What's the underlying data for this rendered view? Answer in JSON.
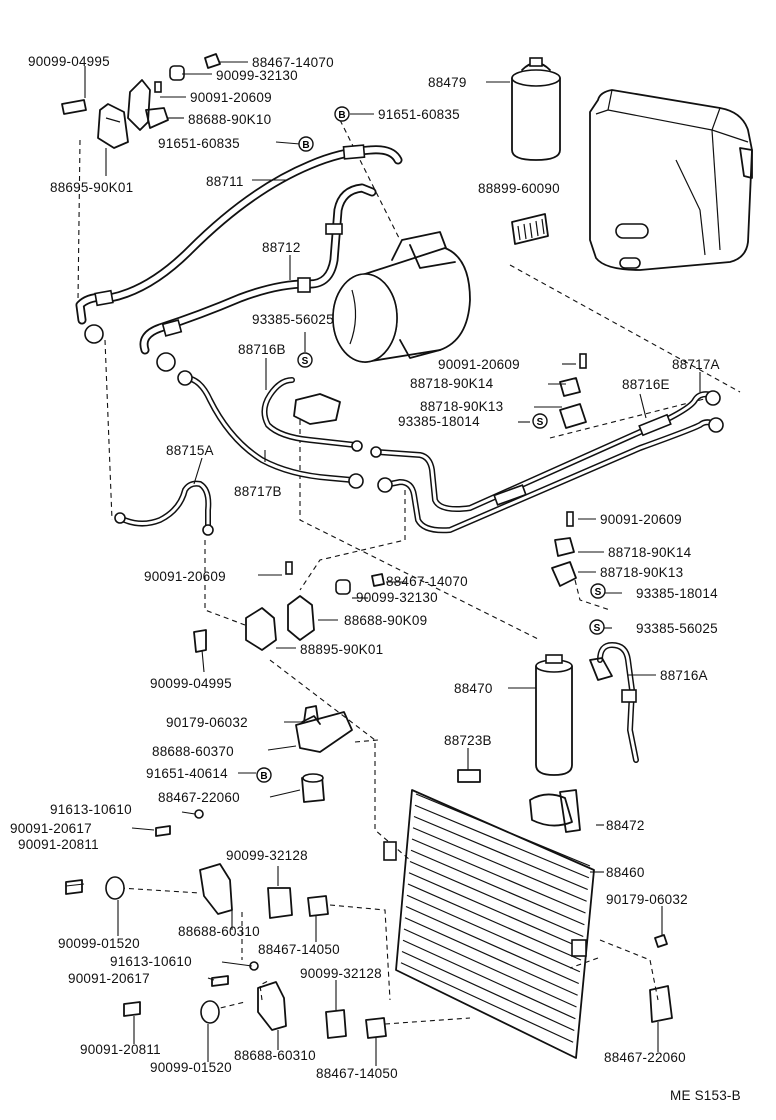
{
  "footer_code": "ME S153-B",
  "callouts": [
    {
      "id": "c1",
      "text": "90099-04995"
    },
    {
      "id": "c2",
      "text": "88467-14070"
    },
    {
      "id": "c3",
      "text": "90099-32130"
    },
    {
      "id": "c4",
      "text": "90091-20609"
    },
    {
      "id": "c5",
      "text": "88688-90K10"
    },
    {
      "id": "c6",
      "text": "91651-60835"
    },
    {
      "id": "c7",
      "text": "88695-90K01"
    },
    {
      "id": "c8",
      "text": "88711"
    },
    {
      "id": "c9",
      "text": "88479"
    },
    {
      "id": "c10",
      "text": "91651-60835"
    },
    {
      "id": "c11",
      "text": "88899-60090"
    },
    {
      "id": "c12",
      "text": "88712"
    },
    {
      "id": "c13",
      "text": "93385-56025"
    },
    {
      "id": "c14",
      "text": "88716B"
    },
    {
      "id": "c15",
      "text": "90091-20609"
    },
    {
      "id": "c16",
      "text": "88717A"
    },
    {
      "id": "c17",
      "text": "88718-90K14"
    },
    {
      "id": "c18",
      "text": "88716E"
    },
    {
      "id": "c19",
      "text": "88718-90K13"
    },
    {
      "id": "c20",
      "text": "93385-18014"
    },
    {
      "id": "c21",
      "text": "88715A"
    },
    {
      "id": "c22",
      "text": "88717B"
    },
    {
      "id": "c23",
      "text": "90091-20609"
    },
    {
      "id": "c24",
      "text": "90091-20609"
    },
    {
      "id": "c25",
      "text": "88718-90K14"
    },
    {
      "id": "c26",
      "text": "88467-14070"
    },
    {
      "id": "c27",
      "text": "88718-90K13"
    },
    {
      "id": "c28",
      "text": "90099-32130"
    },
    {
      "id": "c29",
      "text": "93385-18014"
    },
    {
      "id": "c30",
      "text": "88688-90K09"
    },
    {
      "id": "c31",
      "text": "93385-56025"
    },
    {
      "id": "c32",
      "text": "88895-90K01"
    },
    {
      "id": "c33",
      "text": "90099-04995"
    },
    {
      "id": "c34",
      "text": "88716A"
    },
    {
      "id": "c35",
      "text": "88470"
    },
    {
      "id": "c36",
      "text": "90179-06032"
    },
    {
      "id": "c37",
      "text": "88688-60370"
    },
    {
      "id": "c38",
      "text": "88723B"
    },
    {
      "id": "c39",
      "text": "91651-40614"
    },
    {
      "id": "c40",
      "text": "88467-22060"
    },
    {
      "id": "c41",
      "text": "91613-10610"
    },
    {
      "id": "c42",
      "text": "88472"
    },
    {
      "id": "c43",
      "text": "90091-20617"
    },
    {
      "id": "c44",
      "text": "90091-20811"
    },
    {
      "id": "c45",
      "text": "90099-32128"
    },
    {
      "id": "c46",
      "text": "88460"
    },
    {
      "id": "c47",
      "text": "90179-06032"
    },
    {
      "id": "c48",
      "text": "90099-01520"
    },
    {
      "id": "c49",
      "text": "88688-60310"
    },
    {
      "id": "c50",
      "text": "88467-14050"
    },
    {
      "id": "c51",
      "text": "91613-10610"
    },
    {
      "id": "c52",
      "text": "90099-32128"
    },
    {
      "id": "c53",
      "text": "90091-20617"
    },
    {
      "id": "c54",
      "text": "90091-20811"
    },
    {
      "id": "c55",
      "text": "88688-60310"
    },
    {
      "id": "c56",
      "text": "88467-14050"
    },
    {
      "id": "c57",
      "text": "90099-01520"
    },
    {
      "id": "c58",
      "text": "88467-22060"
    }
  ],
  "markers": [
    {
      "id": "m1",
      "letter": "B"
    },
    {
      "id": "m2",
      "letter": "B"
    },
    {
      "id": "m3",
      "letter": "S"
    },
    {
      "id": "m4",
      "letter": "S"
    },
    {
      "id": "m5",
      "letter": "S"
    },
    {
      "id": "m6",
      "letter": "S"
    },
    {
      "id": "m7",
      "letter": "B"
    }
  ]
}
